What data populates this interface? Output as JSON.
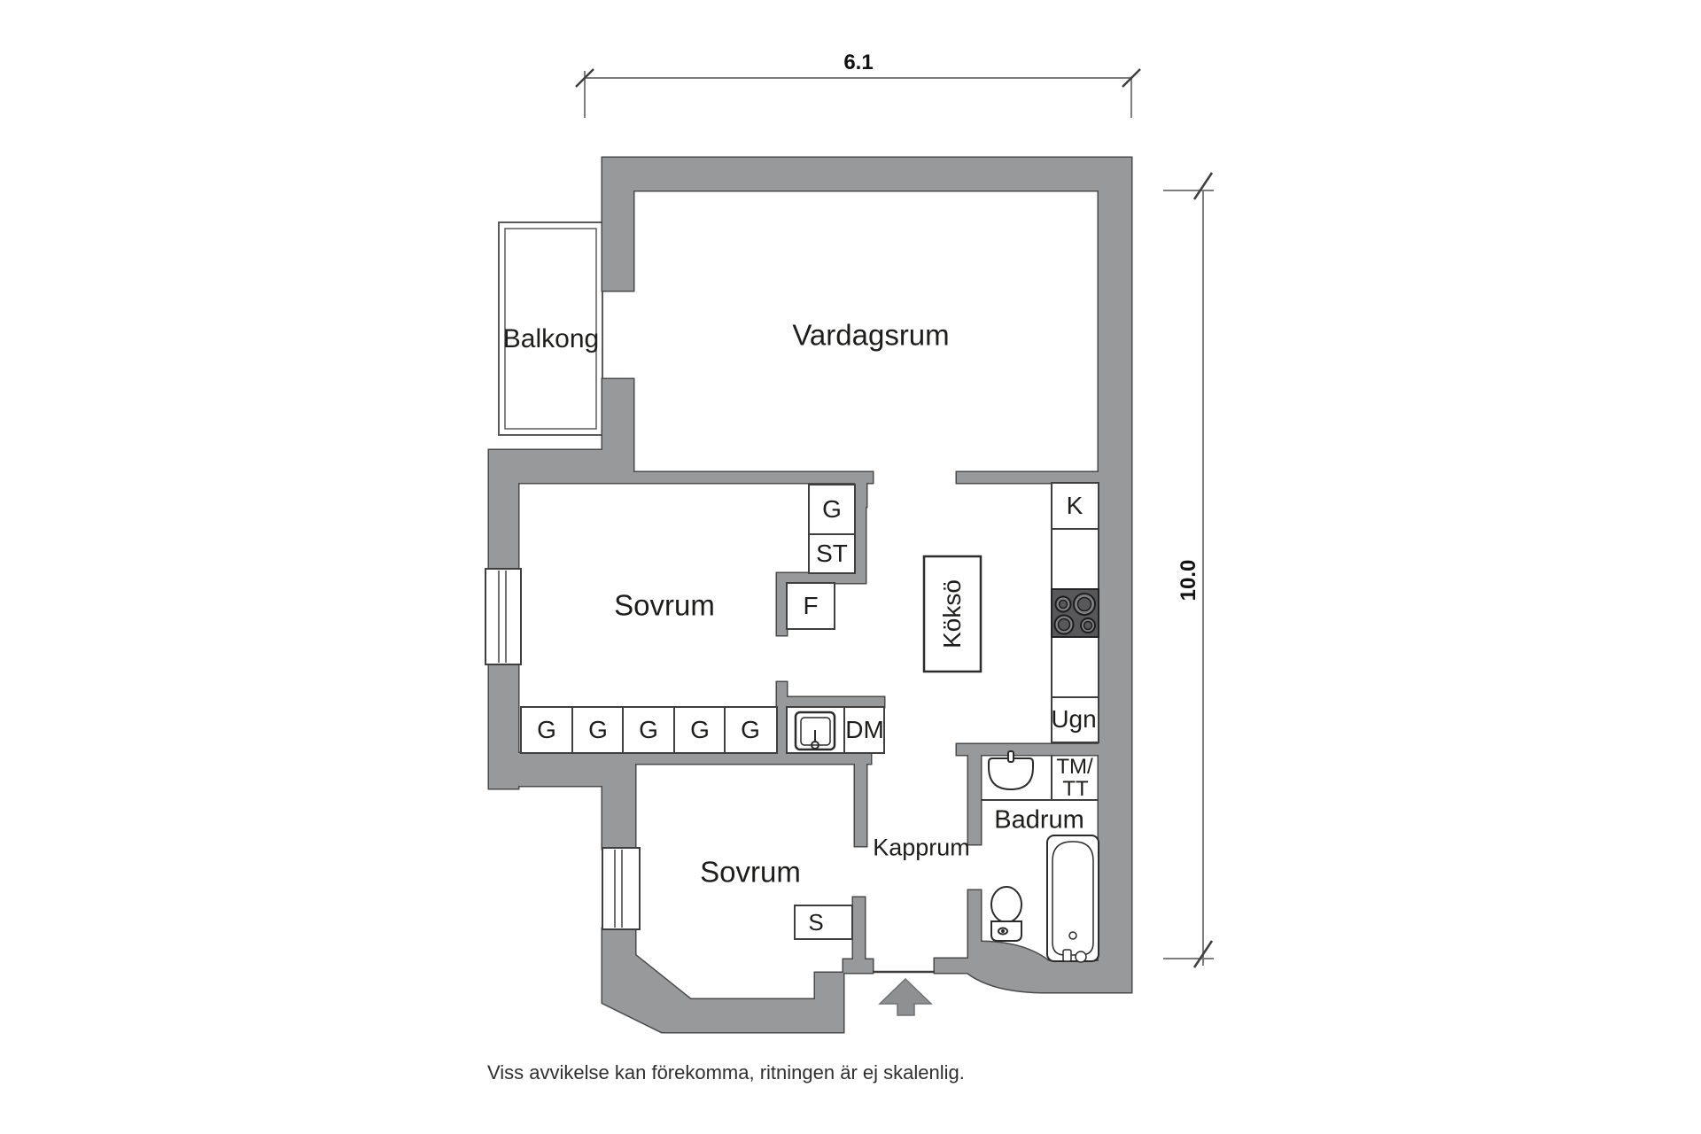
{
  "floor_plan": {
    "dimension_top": "6.1",
    "dimension_right": "10.0",
    "rooms": {
      "balkong": "Balkong",
      "vardagsrum": "Vardagsrum",
      "sovrum_1": "Sovrum",
      "sovrum_2": "Sovrum",
      "kapprum": "Kapprum",
      "badrum": "Badrum"
    },
    "kitchen": {
      "island": "Köksö",
      "fridge": "K",
      "oven": "Ugn"
    },
    "closets": {
      "g_top": "G",
      "st": "ST",
      "f": "F",
      "s": "S",
      "dishwasher": "DM",
      "washer_dryer_line1": "TM/",
      "washer_dryer_line2": "TT",
      "wardrobe_row": [
        "G",
        "G",
        "G",
        "G",
        "G"
      ]
    },
    "disclaimer": "Viss avvikelse kan förekomma, ritningen är ej skalenlig.",
    "colors": {
      "background": "#ffffff",
      "wall_fill": "#97999b",
      "wall_outline": "#4a4a4a",
      "thin_line": "#3f3f3f",
      "stove_fill": "#58585a",
      "dimension_line": "#7e7e7e",
      "text": "#1d1d1b"
    }
  }
}
